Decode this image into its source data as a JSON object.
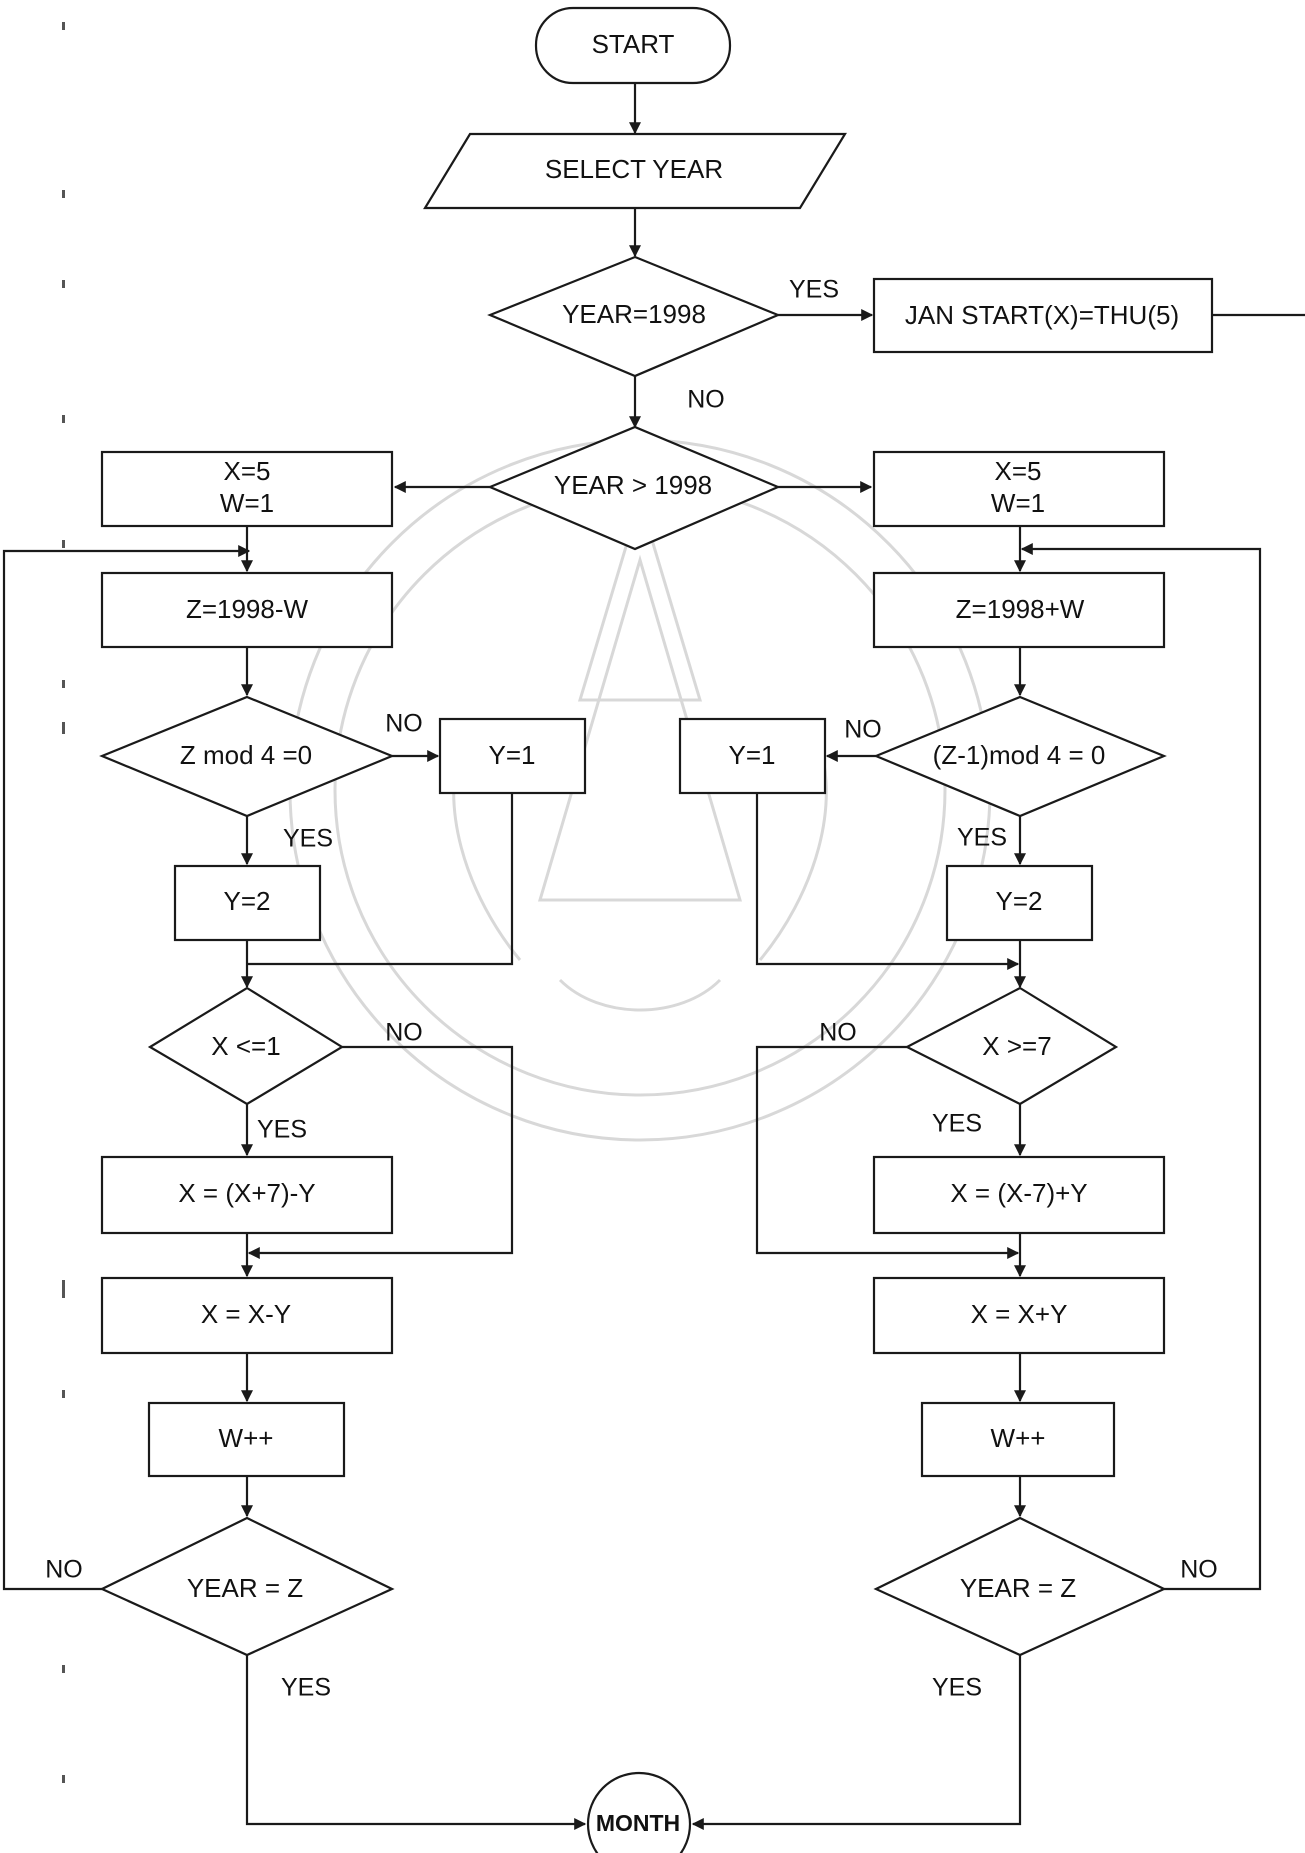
{
  "nodes": {
    "start": "START",
    "select_year": "SELECT YEAR",
    "year_1998": "YEAR=1998",
    "jan_start": "JAN START(X)=THU(5)",
    "year_gt": "YEAR > 1998",
    "left_init_x": "X=5",
    "left_init_w": "W=1",
    "right_init_x": "X=5",
    "right_init_w": "W=1",
    "left_z": "Z=1998-W",
    "right_z": "Z=1998+W",
    "left_mod": "Z mod 4 =0",
    "right_mod": "(Z-1)mod 4 = 0",
    "left_y1": "Y=1",
    "right_y1": "Y=1",
    "left_y2": "Y=2",
    "right_y2": "Y=2",
    "left_xcheck": "X <=1",
    "right_xcheck": "X >=7",
    "left_xcalc": "X = (X+7)-Y",
    "right_xcalc": "X = (X-7)+Y",
    "left_xsub": "X = X-Y",
    "right_xadd": "X = X+Y",
    "left_winc": "W++",
    "right_winc": "W++",
    "left_yearz": "YEAR = Z",
    "right_yearz": "YEAR = Z",
    "month": "MONTH"
  },
  "edges": {
    "yes": "YES",
    "no": "NO"
  }
}
